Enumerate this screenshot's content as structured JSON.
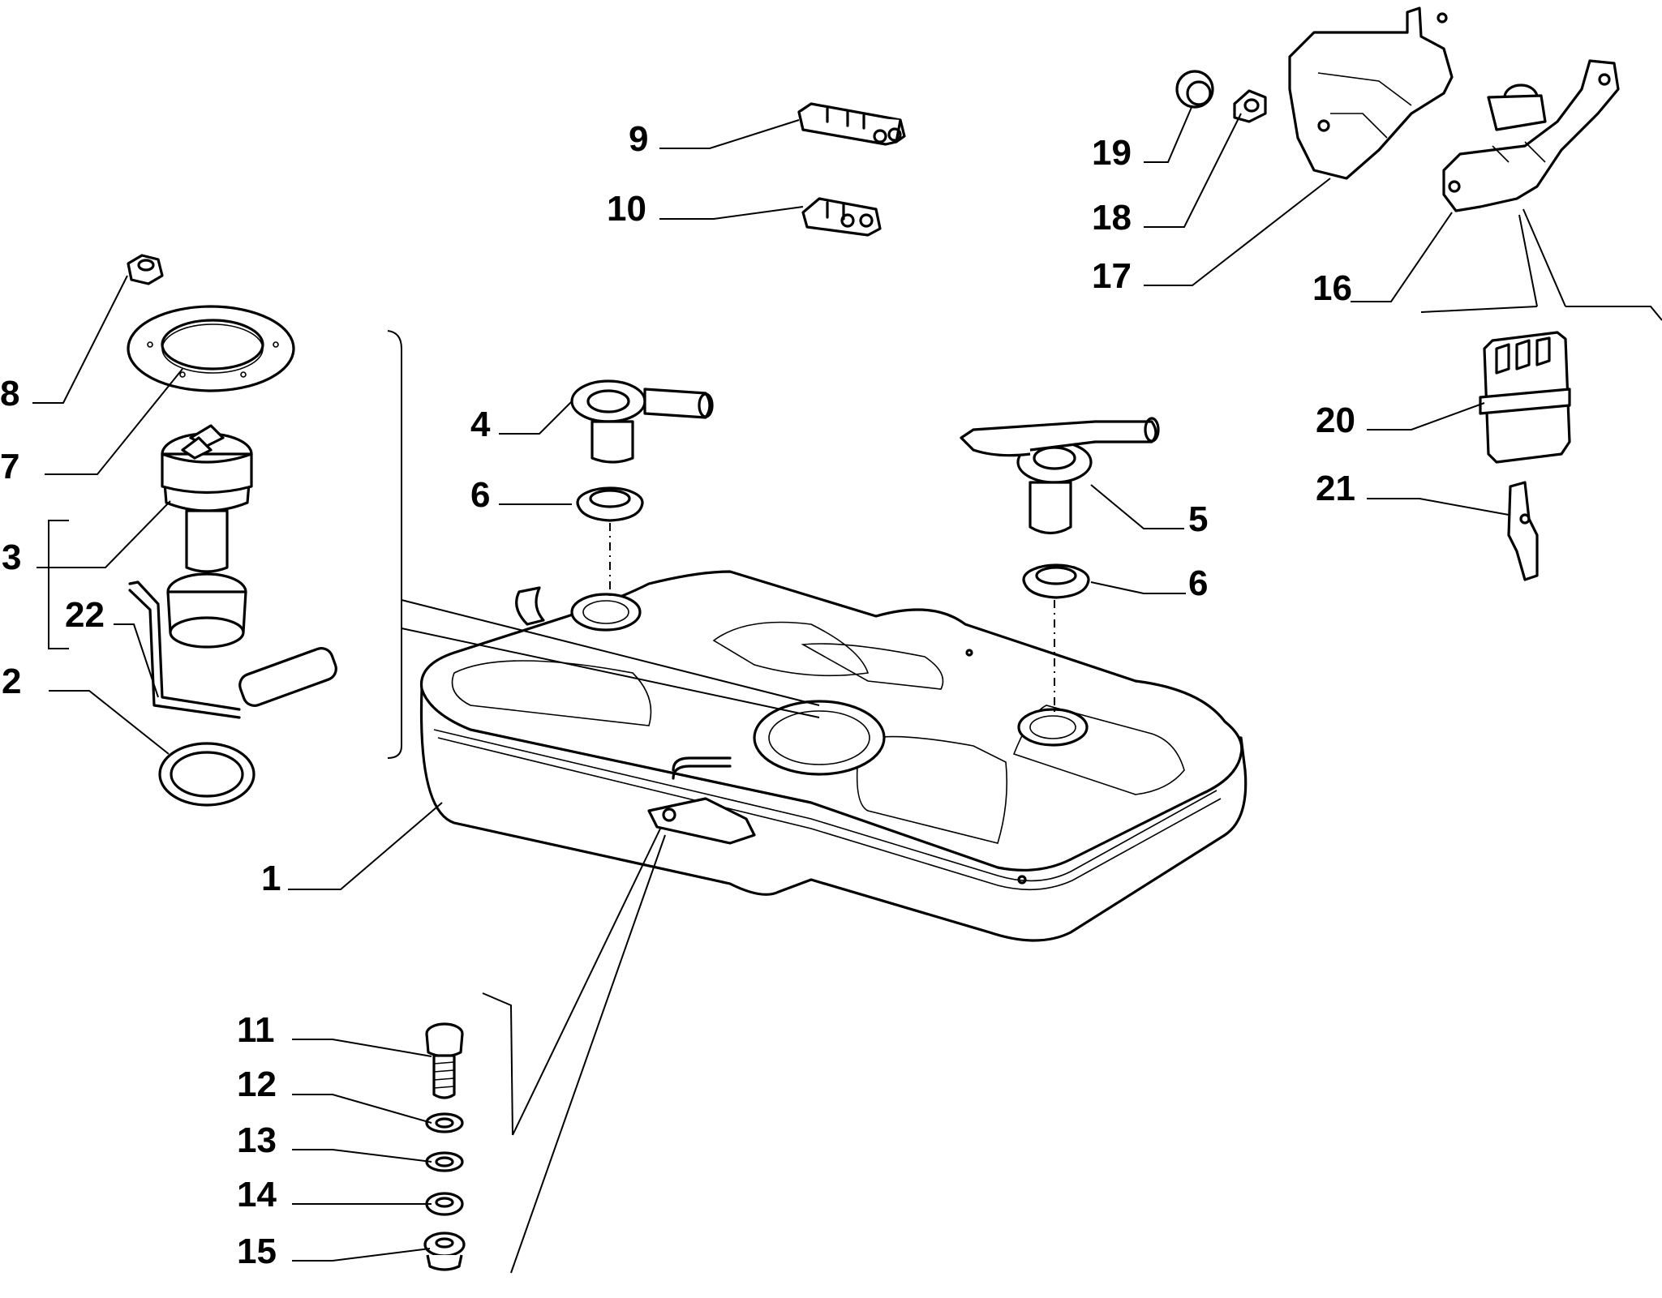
{
  "labels": {
    "p1": "1",
    "p2": "2",
    "p3": "3",
    "p4": "4",
    "p5": "5",
    "p6a": "6",
    "p6b": "6",
    "p7": "7",
    "p8": "8",
    "p9": "9",
    "p10": "10",
    "p11": "11",
    "p12": "12",
    "p13": "13",
    "p14": "14",
    "p15": "15",
    "p16": "16",
    "p17": "17",
    "p18": "18",
    "p19": "19",
    "p20": "20",
    "p21": "21",
    "p22": "22"
  }
}
